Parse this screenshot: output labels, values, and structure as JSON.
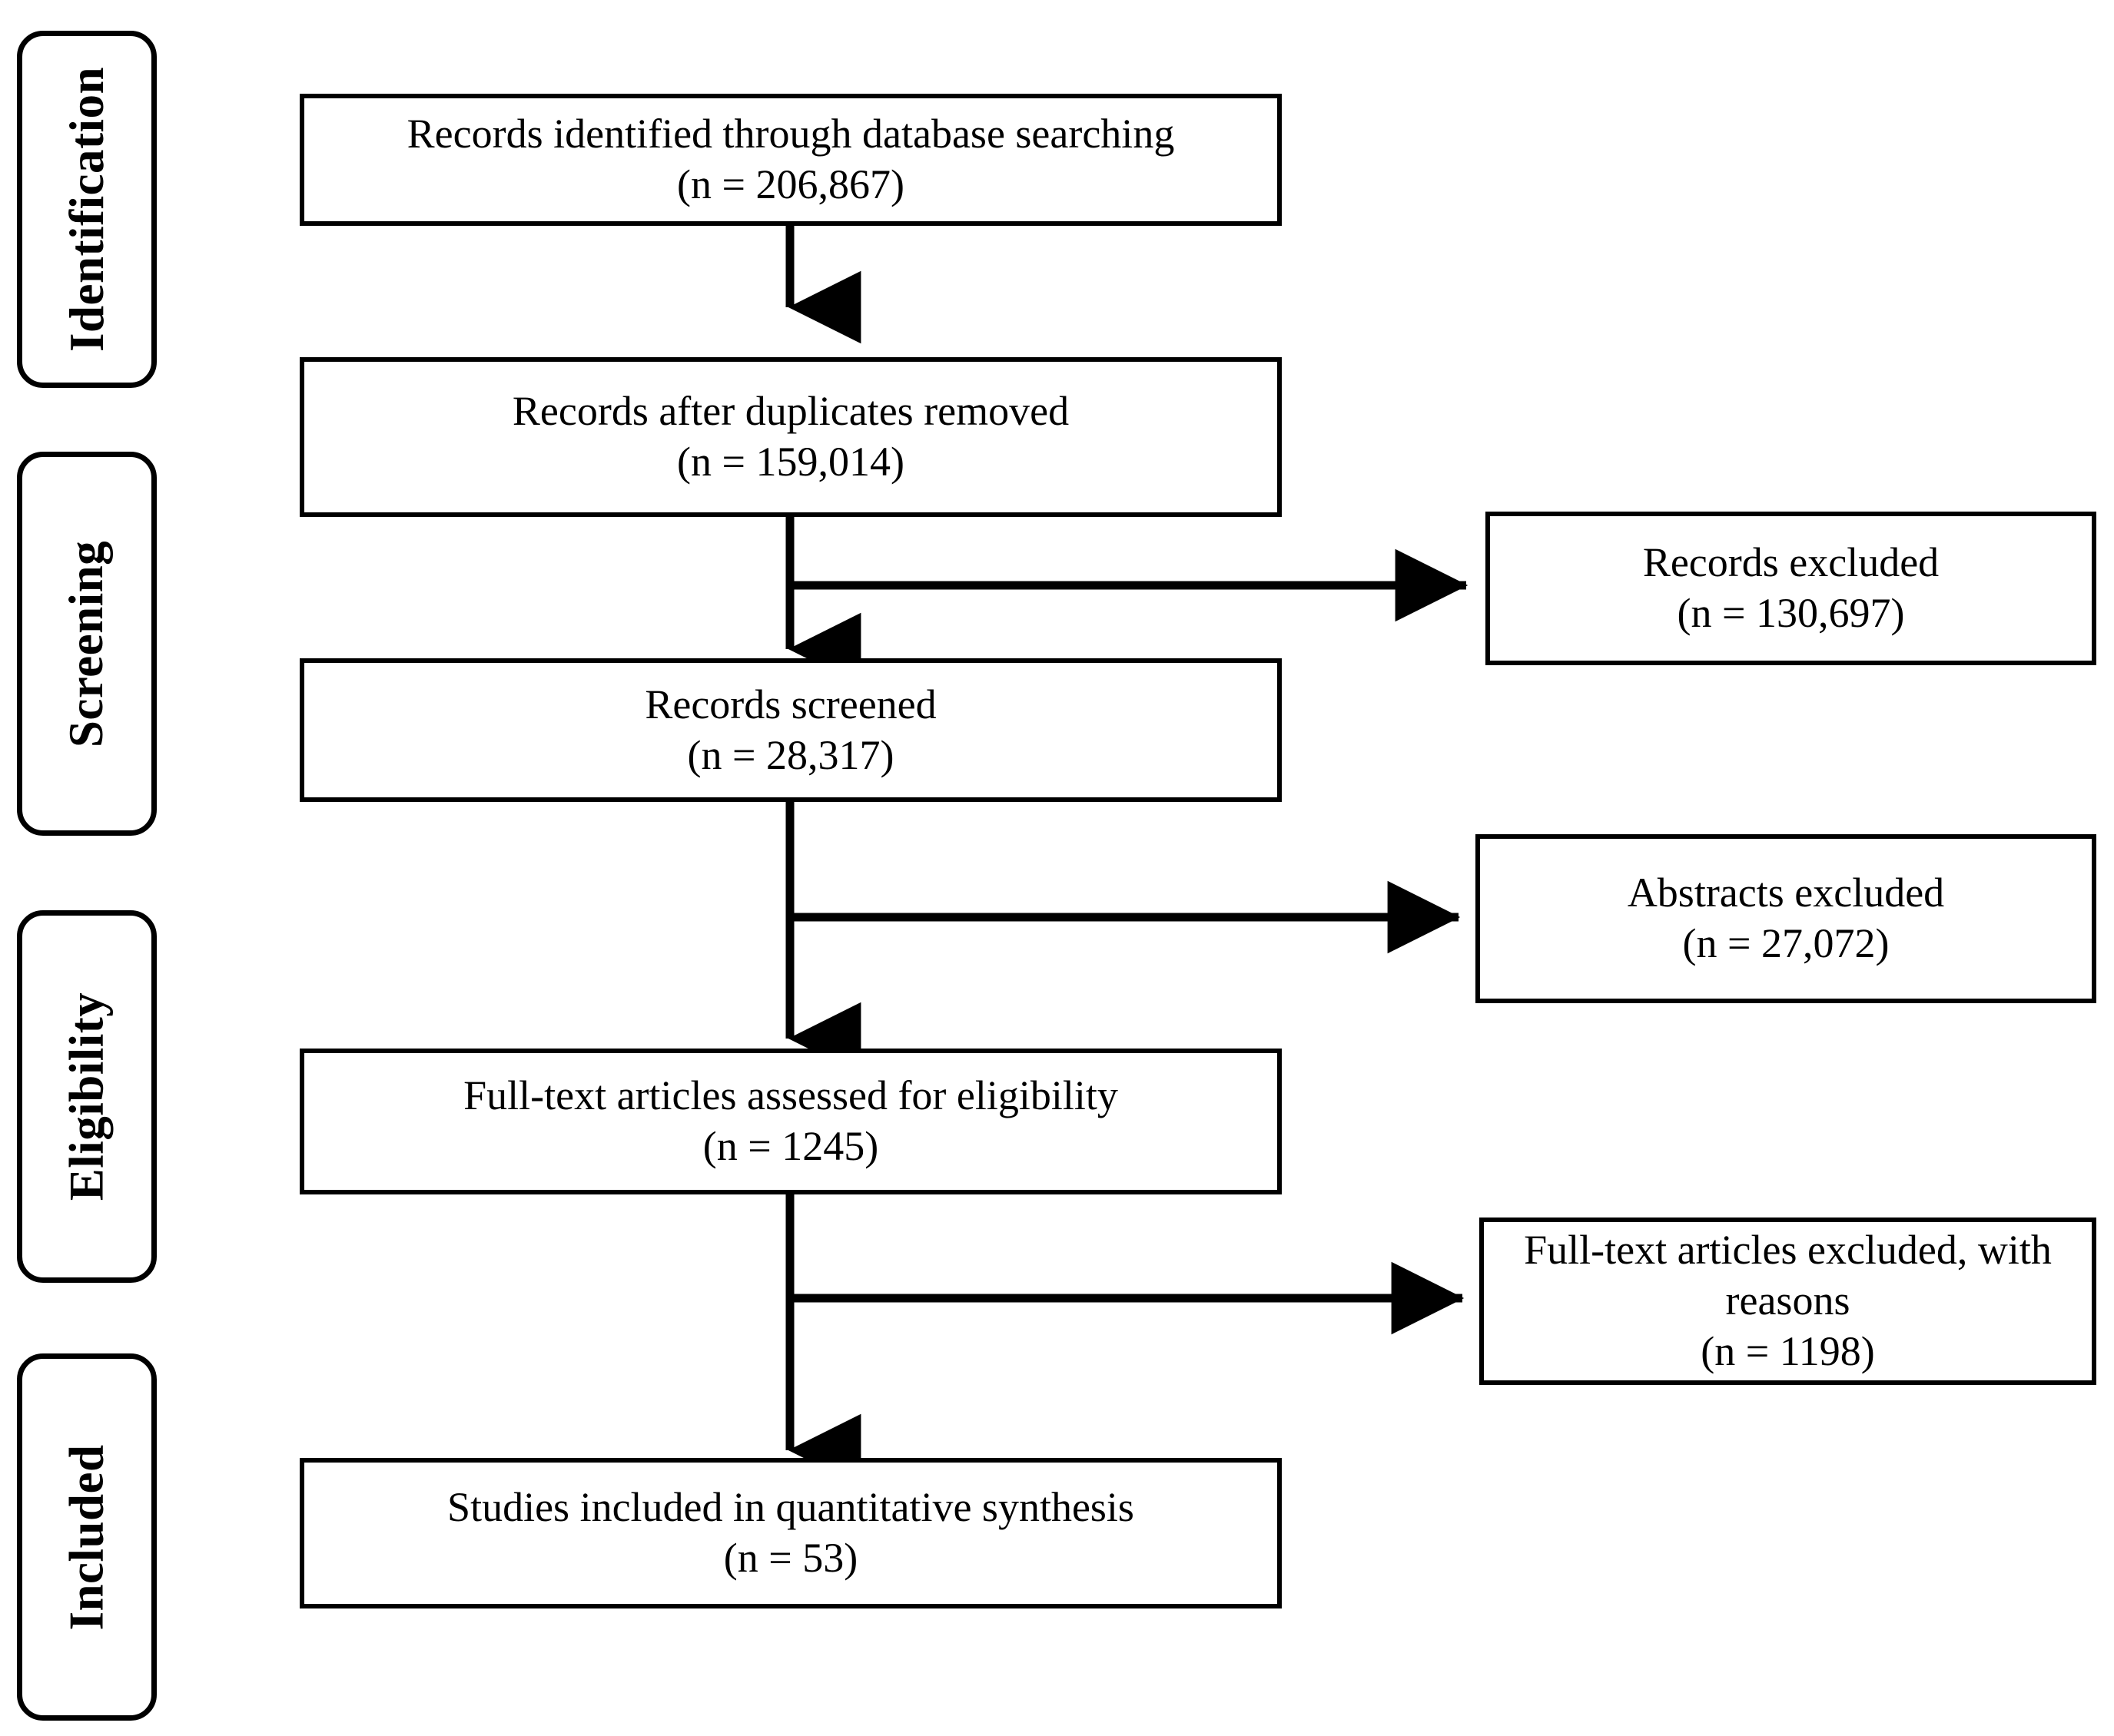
{
  "figure": {
    "type": "prisma-flow-diagram",
    "orientation": "top-to-bottom",
    "colors": {
      "stroke": "#000000",
      "background": "#ffffff",
      "text": "#000000"
    }
  },
  "stages": [
    {
      "id": "identification",
      "label": "Identification"
    },
    {
      "id": "screening",
      "label": "Screening"
    },
    {
      "id": "eligibility",
      "label": "Eligibility"
    },
    {
      "id": "included",
      "label": "Included"
    }
  ],
  "main_boxes": [
    {
      "id": "records-identified",
      "stage": "identification",
      "line1": "Records identified through database searching",
      "count": "(n = 206,867)",
      "n": 206867
    },
    {
      "id": "records-after-duplicates",
      "stage": "identification",
      "line1": "Records after duplicates removed",
      "count": "(n = 159,014)",
      "n": 159014
    },
    {
      "id": "records-screened",
      "stage": "screening",
      "line1": "Records screened",
      "count": "(n = 28,317)",
      "n": 28317
    },
    {
      "id": "full-text-assessed",
      "stage": "eligibility",
      "line1": "Full-text articles assessed for eligibility",
      "count": "(n = 1245)",
      "n": 1245
    },
    {
      "id": "studies-included",
      "stage": "included",
      "line1": "Studies included in quantitative synthesis",
      "count": "(n = 53)",
      "n": 53
    }
  ],
  "side_boxes": [
    {
      "id": "records-excluded",
      "line1": "Records excluded",
      "count": "(n = 130,697)",
      "n": 130697
    },
    {
      "id": "abstracts-excluded",
      "line1": "Abstracts excluded",
      "count": "(n = 27,072)",
      "n": 27072
    },
    {
      "id": "full-text-excluded",
      "line1": "Full-text articles excluded, with",
      "line2": "reasons",
      "count": "(n = 1198)",
      "n": 1198
    }
  ]
}
